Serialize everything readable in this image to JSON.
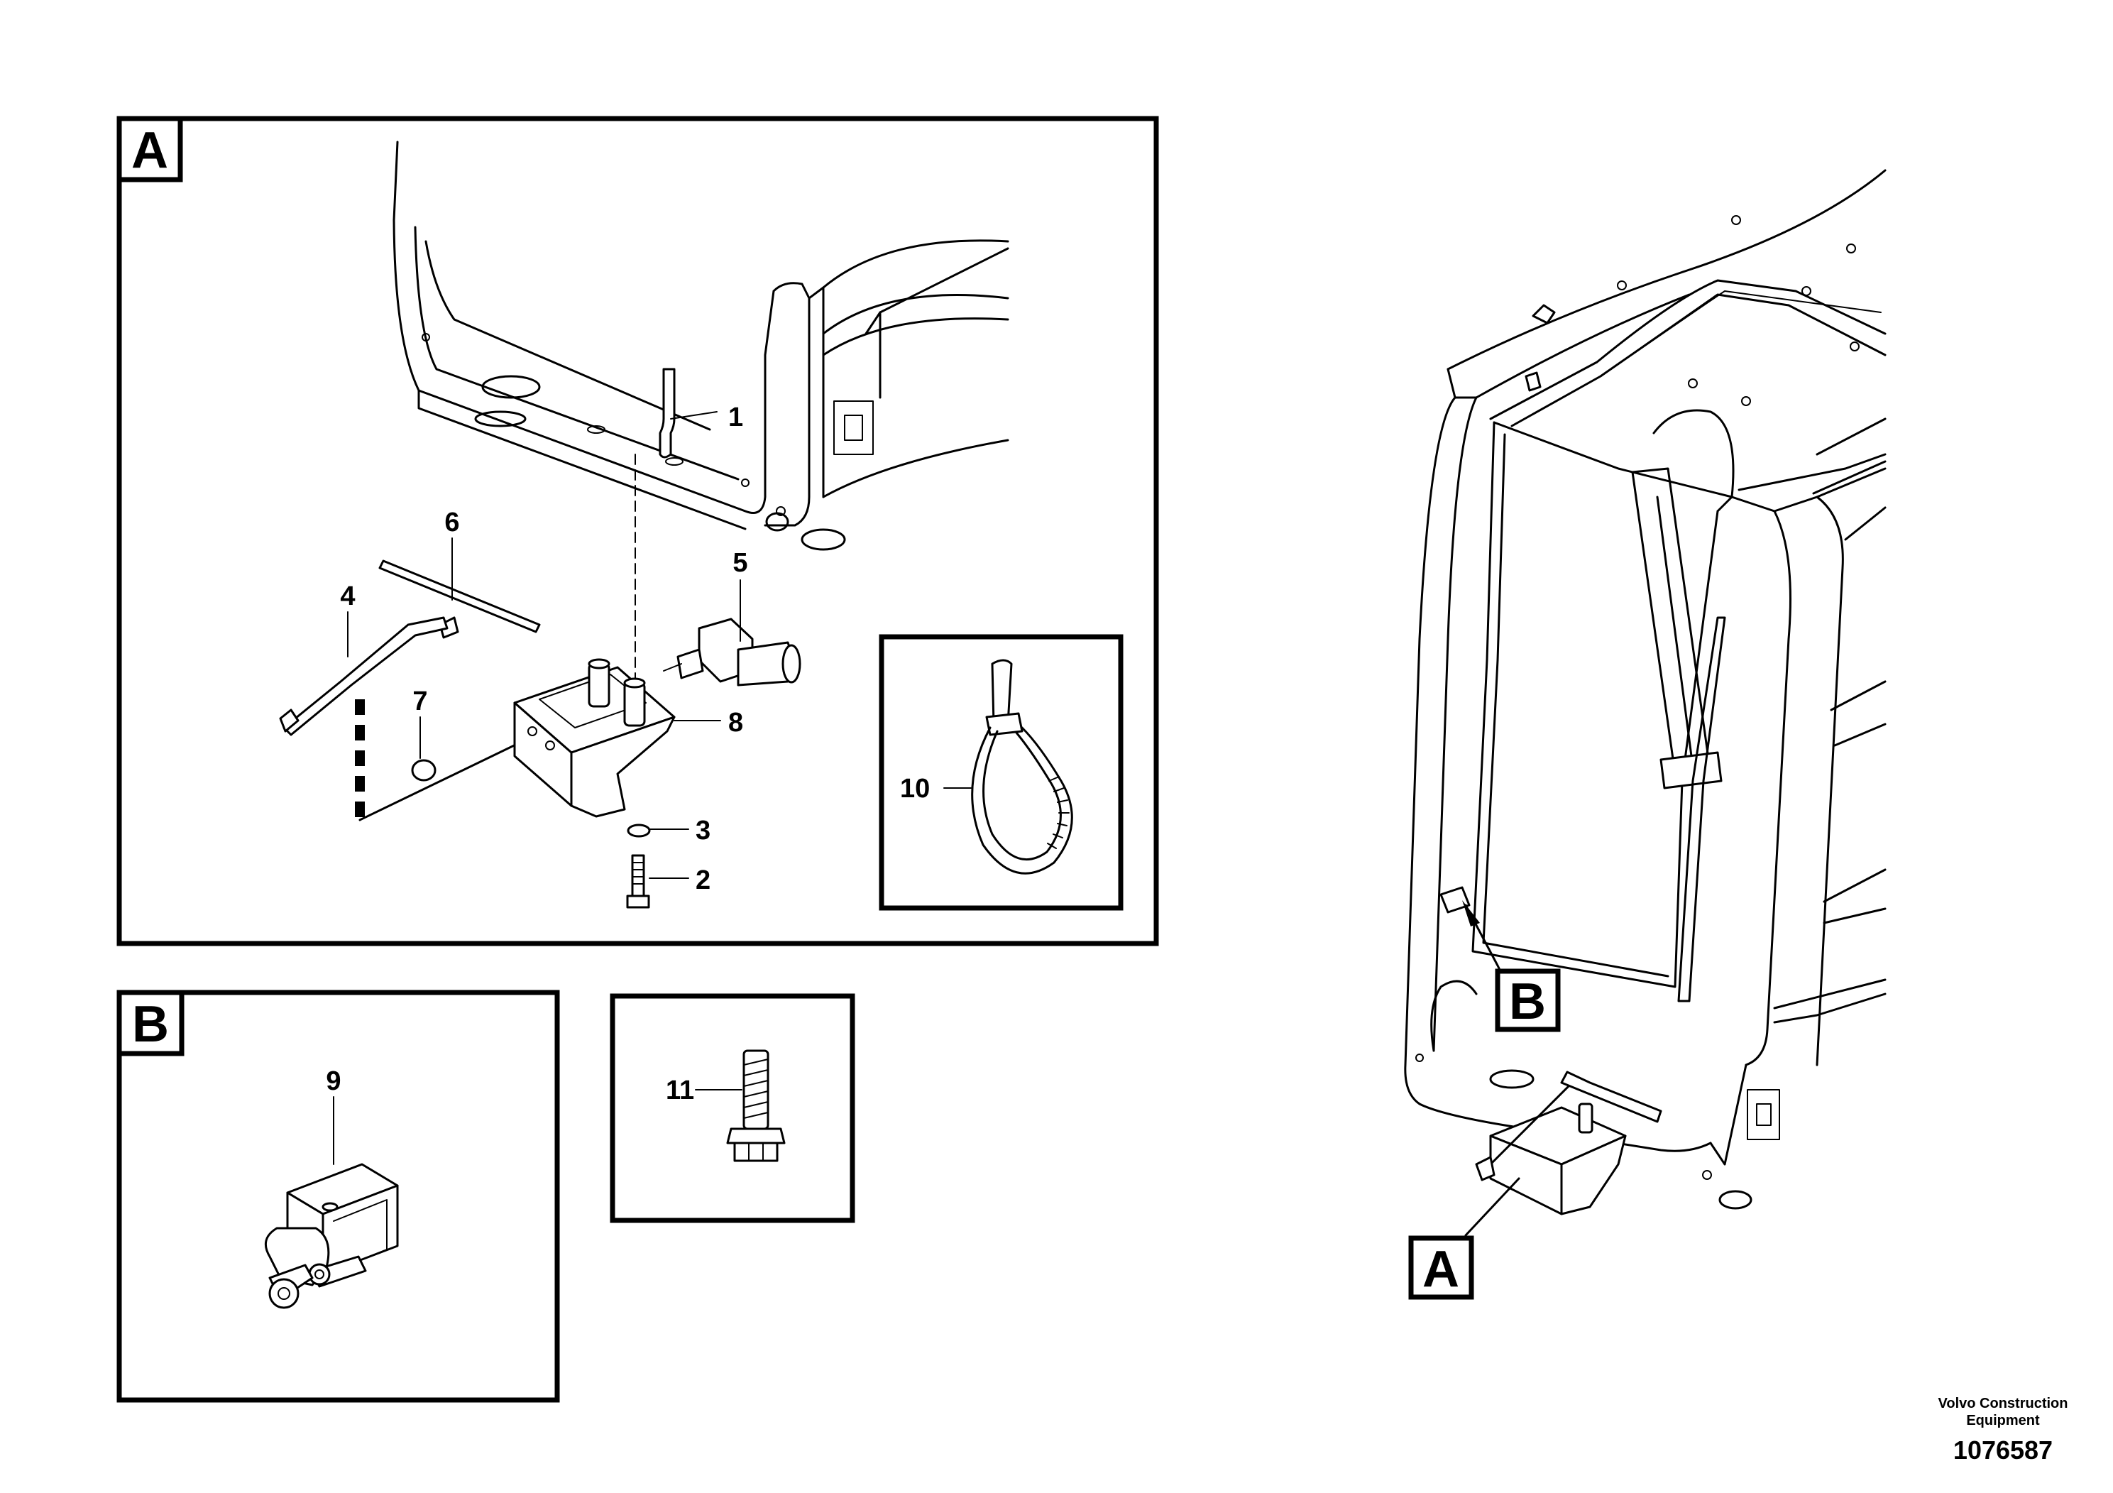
{
  "views": {
    "a": {
      "letter": "A"
    },
    "b": {
      "letter": "B"
    }
  },
  "callouts": {
    "a_pointer": "A",
    "b_pointer": "B"
  },
  "parts": {
    "p1": "1",
    "p2": "2",
    "p3": "3",
    "p4": "4",
    "p5": "5",
    "p6": "6",
    "p7": "7",
    "p8": "8",
    "p9": "9",
    "p10": "10",
    "p11": "11"
  },
  "footer": {
    "company_line1": "Volvo Construction",
    "company_line2": "Equipment",
    "drawing_number": "1076587"
  }
}
